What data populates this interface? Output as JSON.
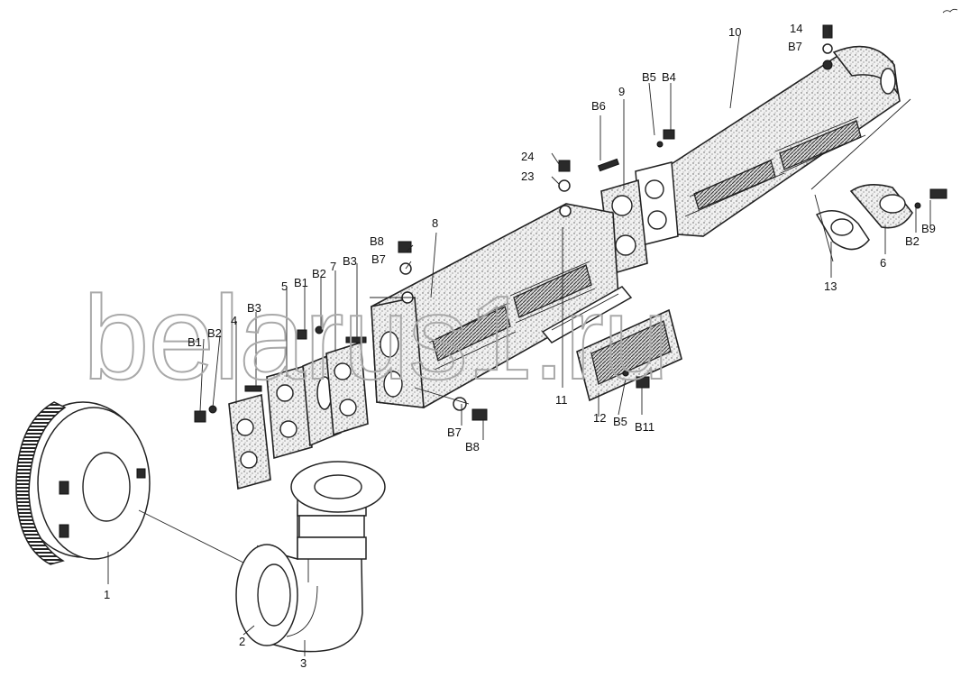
{
  "watermark": "belarus1.ru",
  "callouts": [
    {
      "id": "c1",
      "text": "1"
    },
    {
      "id": "c2",
      "text": "2"
    },
    {
      "id": "c3",
      "text": "3"
    },
    {
      "id": "c4",
      "text": "4"
    },
    {
      "id": "c5",
      "text": "5"
    },
    {
      "id": "c6",
      "text": "6"
    },
    {
      "id": "c7",
      "text": "7"
    },
    {
      "id": "c8",
      "text": "8"
    },
    {
      "id": "c9",
      "text": "9"
    },
    {
      "id": "c10",
      "text": "10"
    },
    {
      "id": "c11",
      "text": "11"
    },
    {
      "id": "c12",
      "text": "12"
    },
    {
      "id": "c13",
      "text": "13"
    },
    {
      "id": "c14",
      "text": "14"
    },
    {
      "id": "c23",
      "text": "23"
    },
    {
      "id": "c24",
      "text": "24"
    },
    {
      "id": "b1a",
      "text": "B1"
    },
    {
      "id": "b1b",
      "text": "B1"
    },
    {
      "id": "b2a",
      "text": "B2"
    },
    {
      "id": "b2b",
      "text": "B2"
    },
    {
      "id": "b2c",
      "text": "B2"
    },
    {
      "id": "b3a",
      "text": "B3"
    },
    {
      "id": "b3b",
      "text": "B3"
    },
    {
      "id": "b4",
      "text": "B4"
    },
    {
      "id": "b5a",
      "text": "B5"
    },
    {
      "id": "b5b",
      "text": "B5"
    },
    {
      "id": "b6",
      "text": "B6"
    },
    {
      "id": "b7a",
      "text": "B7"
    },
    {
      "id": "b7b",
      "text": "B7"
    },
    {
      "id": "b7c",
      "text": "B7"
    },
    {
      "id": "b8a",
      "text": "B8"
    },
    {
      "id": "b8b",
      "text": "B8"
    },
    {
      "id": "b9",
      "text": "B9"
    },
    {
      "id": "b11",
      "text": "B11"
    }
  ]
}
